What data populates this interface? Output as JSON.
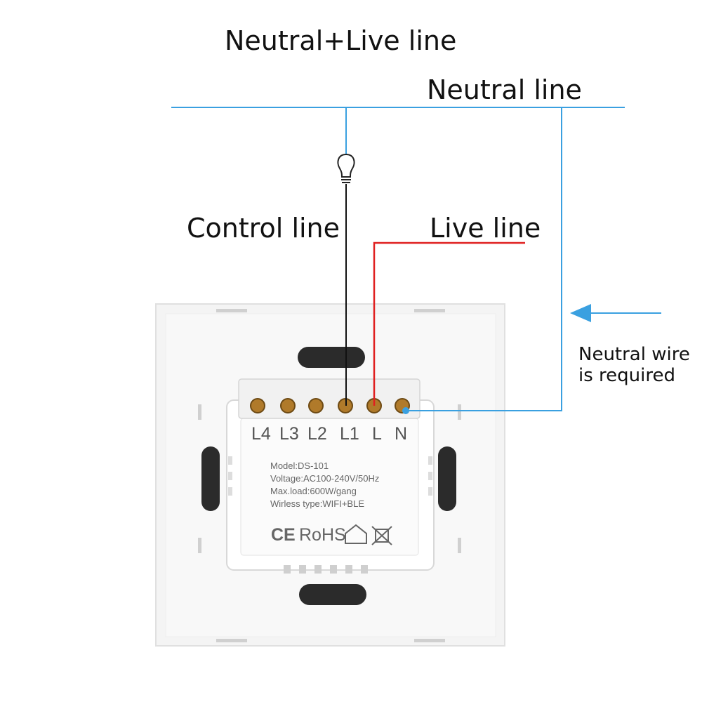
{
  "labels": {
    "neutral_live_line": "Neutral+Live line",
    "neutral_line": "Neutral line",
    "control_line": "Control line",
    "live_line": "Live line",
    "neutral_required_1": "Neutral wire",
    "neutral_required_2": "is required"
  },
  "terminals": [
    "L4",
    "L3",
    "L2",
    "L1",
    "L",
    "N"
  ],
  "specs": {
    "model": "Model:DS-101",
    "voltage": "Voltage:AC100-240V/50Hz",
    "max_load": "Max.load:600W/gang",
    "wireless": "Wirless type:WIFI+BLE"
  },
  "marks": {
    "ce": "CE",
    "rohs": "RoHS"
  },
  "colors": {
    "neutral": "#3aa0e0",
    "live": "#e02020",
    "control": "#111111",
    "plate": "#f3f3f3"
  }
}
